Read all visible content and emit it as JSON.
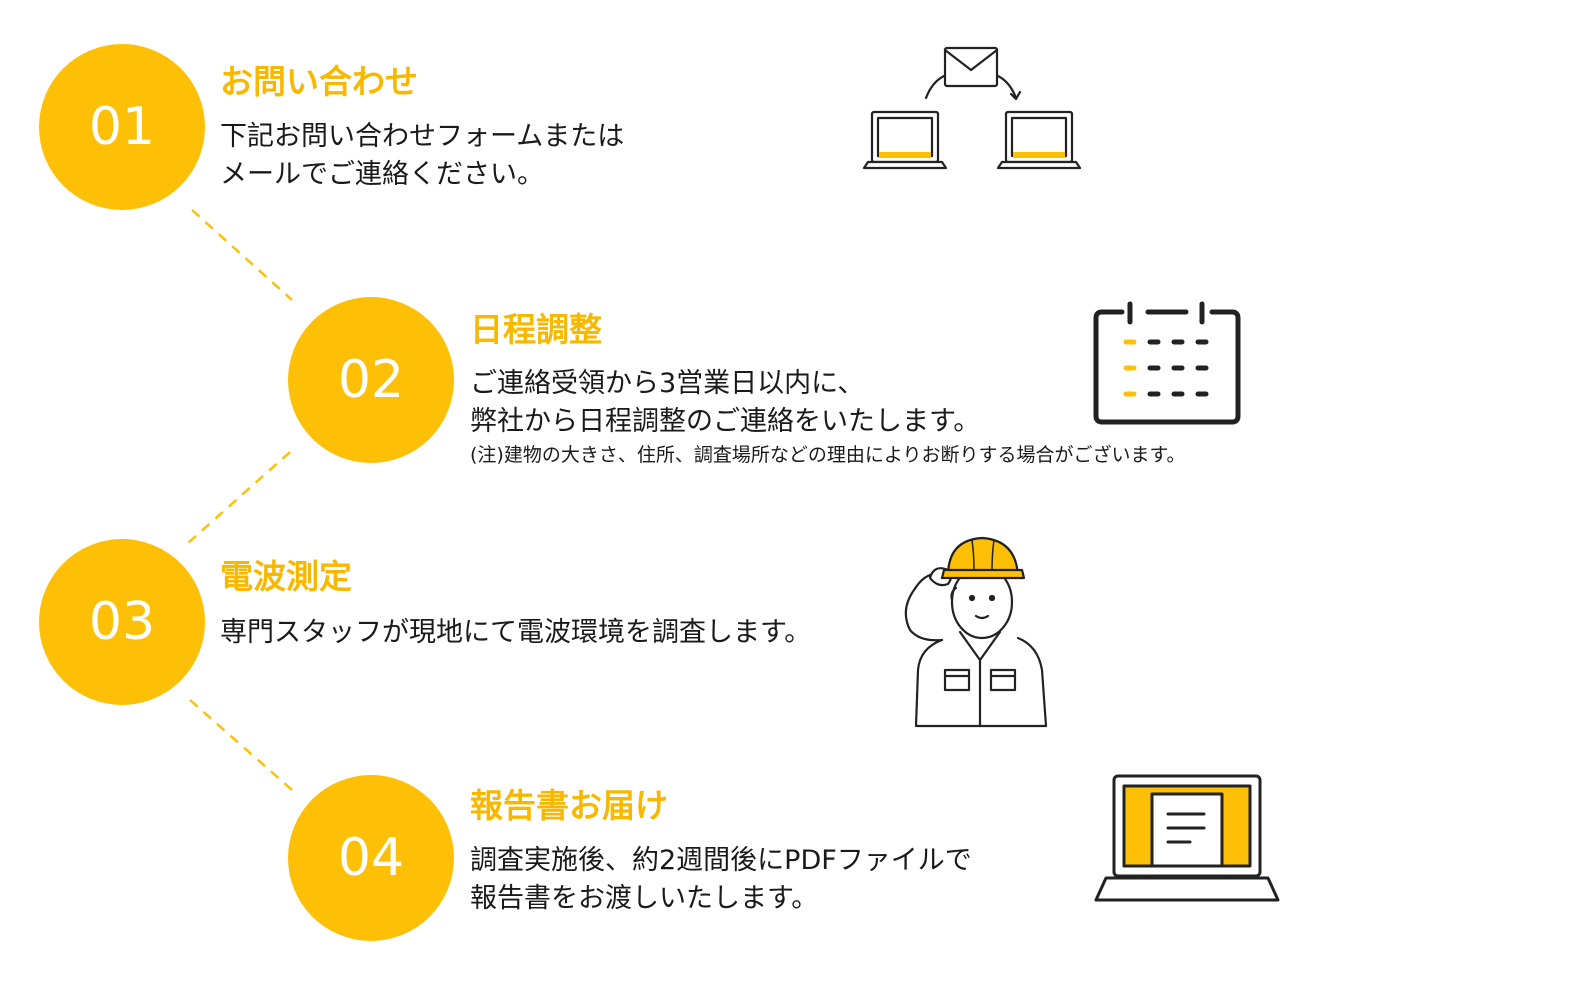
{
  "colors": {
    "accent": "#FDC007",
    "title": "#F8B800",
    "text": "#1a1a1a",
    "line_art": "#222222"
  },
  "steps": [
    {
      "number": "01",
      "title": "お問い合わせ",
      "desc_lines": [
        "下記お問い合わせフォームまたは",
        "メールでご連絡ください。"
      ],
      "icon": "email-between-laptops-icon"
    },
    {
      "number": "02",
      "title": "日程調整",
      "desc_lines": [
        "ご連絡受領から3営業日以内に、",
        "弊社から日程調整のご連絡をいたします。"
      ],
      "note": "(注)建物の大きさ、住所、調査場所などの理由によりお断りする場合がございます。",
      "icon": "calendar-icon"
    },
    {
      "number": "03",
      "title": "電波測定",
      "desc_lines": [
        "専門スタッフが現地にて電波環境を調査します。"
      ],
      "icon": "hardhat-worker-icon"
    },
    {
      "number": "04",
      "title": "報告書お届け",
      "desc_lines": [
        "調査実施後、約2週間後にPDFファイルで",
        "報告書をお渡しいたします。"
      ],
      "icon": "laptop-document-icon"
    }
  ]
}
